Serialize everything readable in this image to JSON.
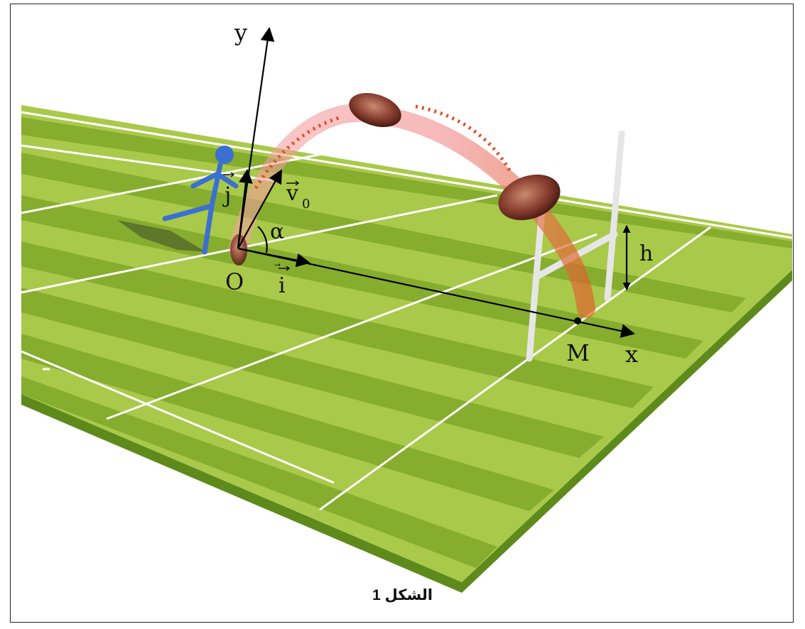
{
  "labels": {
    "y_axis": "y",
    "x_axis": "x",
    "origin": "O",
    "unit_i": "i",
    "unit_j": "j",
    "velocity": "v",
    "velocity_sub": "0",
    "angle": "α",
    "height": "h",
    "point_m": "M"
  },
  "caption": "الشكل 1",
  "colors": {
    "field_light": "#a9c94a",
    "field_dark": "#7da62a",
    "field_edge": "#5e8a1c",
    "trajectory": "#f08a8a",
    "dots": "#e0502a",
    "post": "#e8e8e8",
    "player": "#3b6fd0"
  },
  "icons": {
    "player": "kicking-player-figure",
    "ball": "rugby-ball",
    "goal": "goal-posts"
  }
}
